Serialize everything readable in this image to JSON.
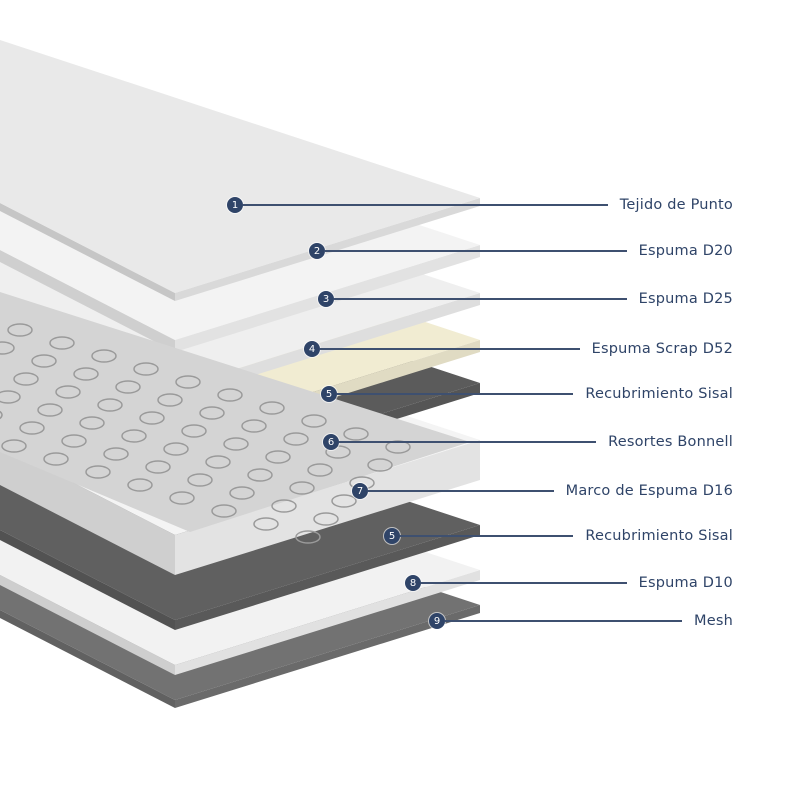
{
  "layers": [
    {
      "num": "1",
      "label": "Tejido de Punto",
      "color": "#e9e9e9"
    },
    {
      "num": "2",
      "label": "Espuma D20",
      "color": "#f3f3f3"
    },
    {
      "num": "3",
      "label": "Espuma D25",
      "color": "#efefef"
    },
    {
      "num": "4",
      "label": "Espuma Scrap D52",
      "color": "#f1ecd2"
    },
    {
      "num": "5",
      "label": "Recubrimiento Sisal",
      "color": "#5b5b5b"
    },
    {
      "num": "6",
      "label": "Resortes Bonnell",
      "color": "#d4d4d4"
    },
    {
      "num": "7",
      "label": "Marco de Espuma D16",
      "color": "#f4f4f4"
    },
    {
      "num": "5",
      "label": "Recubrimiento Sisal",
      "color": "#606060"
    },
    {
      "num": "8",
      "label": "Espuma D10",
      "color": "#f2f2f2"
    },
    {
      "num": "9",
      "label": "Mesh",
      "color": "#727272"
    }
  ],
  "marker_color": "#2f4468"
}
